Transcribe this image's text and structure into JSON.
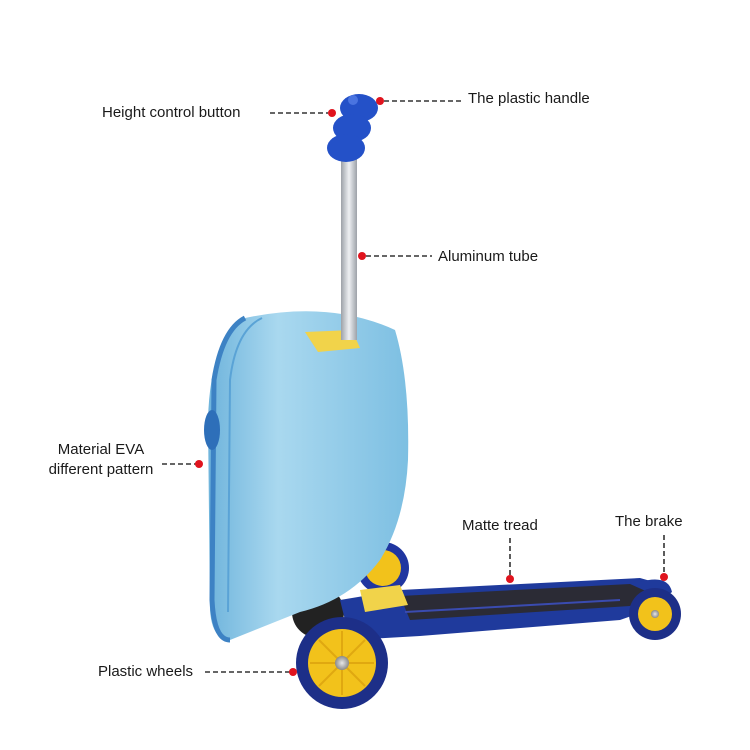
{
  "labels": {
    "height_button": "Height control button",
    "plastic_handle": "The plastic handle",
    "aluminum_tube": "Aluminum tube",
    "material_line1": "Material EVA",
    "material_line2": "different pattern",
    "matte_tread": "Matte tread",
    "brake": "The brake",
    "plastic_wheels": "Plastic wheels"
  },
  "colors": {
    "marker": "#e0141e",
    "leader_line": "#333333",
    "case_blue": "#8fc8e6",
    "handle_blue": "#2451c8",
    "deck_blue": "#1f3a9c",
    "wheel_yellow": "#f2c21b",
    "tube_silver": "#c9ccd1"
  },
  "icons": [
    "scooter-luggage-illustration"
  ]
}
